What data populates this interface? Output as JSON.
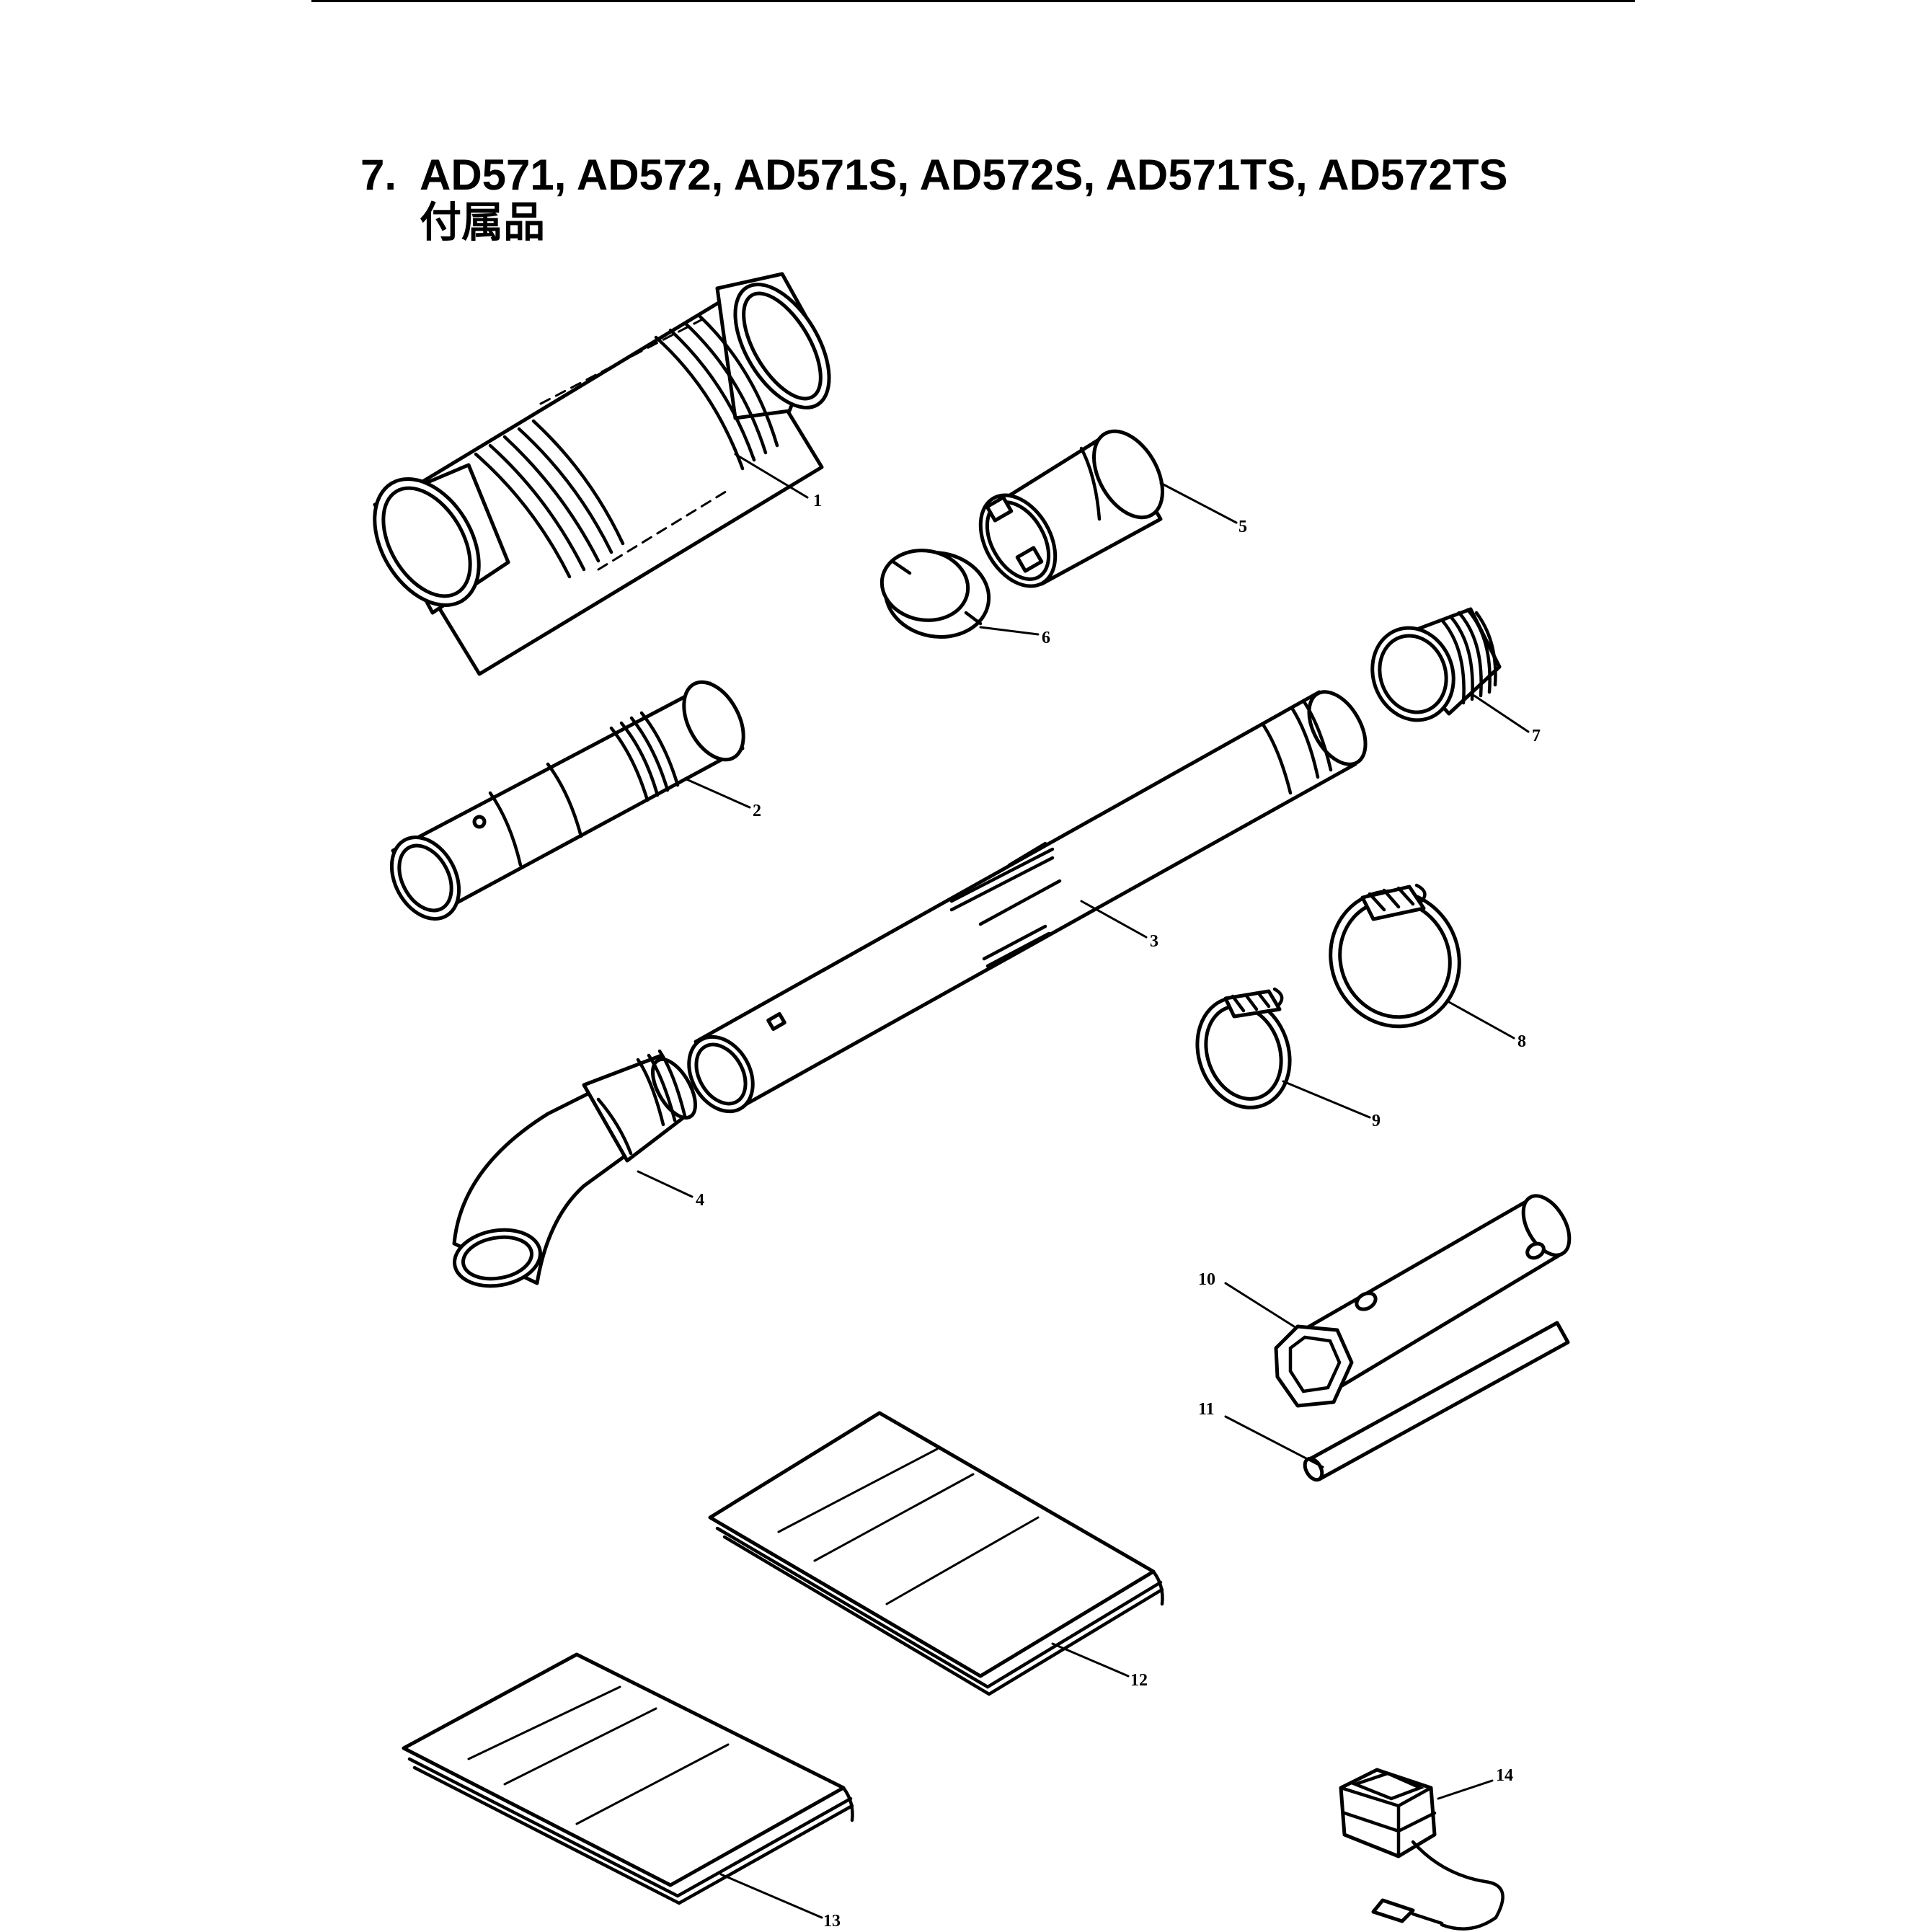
{
  "heading": {
    "number": "7.",
    "models": "AD571, AD572, AD571S, AD572S, AD571TS, AD572TS",
    "subtitle": "付属品"
  },
  "callouts": [
    "1",
    "2",
    "3",
    "4",
    "5",
    "6",
    "7",
    "8",
    "9",
    "10",
    "11",
    "12",
    "13",
    "14"
  ],
  "parts": [
    {
      "ref": "1",
      "icon": "flex-duct-icon"
    },
    {
      "ref": "2",
      "icon": "straight-pipe-icon"
    },
    {
      "ref": "3",
      "icon": "long-pipe-icon"
    },
    {
      "ref": "4",
      "icon": "elbow-pipe-icon"
    },
    {
      "ref": "5",
      "icon": "nozzle-sleeve-icon"
    },
    {
      "ref": "6",
      "icon": "ring-icon"
    },
    {
      "ref": "7",
      "icon": "bellows-adapter-icon"
    },
    {
      "ref": "8",
      "icon": "large-hose-clamp-icon"
    },
    {
      "ref": "9",
      "icon": "small-hose-clamp-icon"
    },
    {
      "ref": "10",
      "icon": "plug-wrench-icon"
    },
    {
      "ref": "11",
      "icon": "tommy-bar-icon"
    },
    {
      "ref": "12",
      "icon": "manual-icon"
    },
    {
      "ref": "13",
      "icon": "manual-icon"
    },
    {
      "ref": "14",
      "icon": "ac-adapter-icon"
    }
  ]
}
